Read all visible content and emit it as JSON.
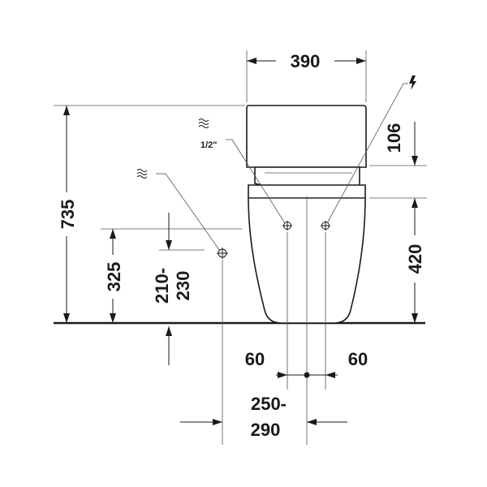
{
  "dimensions": {
    "width": "390",
    "height": "735",
    "seat_height": "420",
    "tank_offset": "106",
    "water_inlet_height": "325",
    "inlet_range_line1": "210-",
    "inlet_range_line2": "230",
    "offset_left": "60",
    "offset_right": "60",
    "waste_range_line1": "250-",
    "waste_range_line2": "290",
    "pipe_size": "1/2\""
  },
  "icons": {
    "water_supply": "water-waves-icon",
    "water_supply_tank": "water-waves-icon",
    "electric": "lightning-bolt-icon"
  }
}
